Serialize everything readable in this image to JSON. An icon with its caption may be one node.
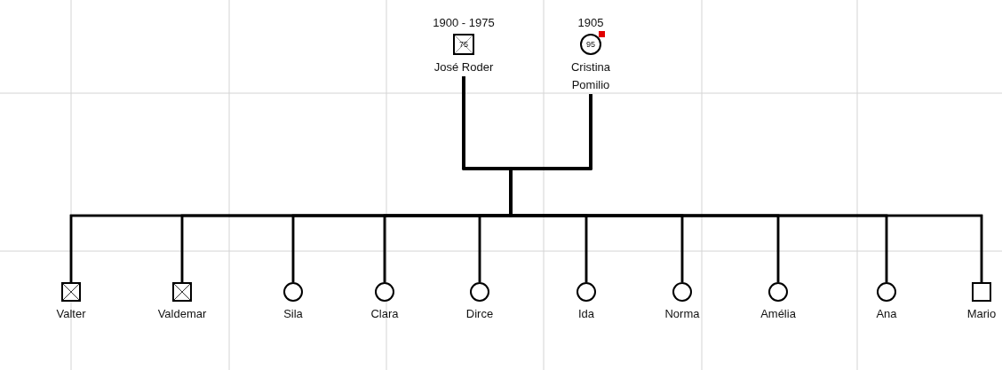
{
  "diagram": {
    "nodes": [
      {
        "text": [
          "75",
          "José Roder"
        ],
        "beside": [
          "1900 - 1975"
        ]
      },
      {
        "text": [
          "95",
          "Cristina Pomilio"
        ],
        "beside": [
          "1905"
        ]
      },
      {
        "text": [
          "Valter"
        ]
      },
      {
        "text": [
          "Valdemar"
        ]
      },
      {
        "text": [
          "Sila"
        ]
      },
      {
        "text": [
          "Clara"
        ]
      },
      {
        "text": [
          "Dirce"
        ]
      },
      {
        "text": [
          "Ida"
        ]
      },
      {
        "text": [
          "Norma"
        ]
      },
      {
        "text": [
          "Amélia"
        ]
      },
      {
        "text": [
          "Ana"
        ]
      },
      {
        "text": [
          "Mario"
        ]
      }
    ],
    "edges": [
      {
        "from": 0,
        "to": 1,
        "arrow": "none"
      },
      {
        "from": 0,
        "to": 2,
        "arrow": "none"
      },
      {
        "from": 1,
        "to": 2,
        "arrow": "none"
      },
      {
        "from": 0,
        "to": 3,
        "arrow": "none"
      },
      {
        "from": 1,
        "to": 3,
        "arrow": "none"
      },
      {
        "from": 0,
        "to": 4,
        "arrow": "none"
      },
      {
        "from": 1,
        "to": 4,
        "arrow": "none"
      },
      {
        "from": 0,
        "to": 5,
        "arrow": "none"
      },
      {
        "from": 1,
        "to": 5,
        "arrow": "none"
      },
      {
        "from": 0,
        "to": 6,
        "arrow": "none"
      },
      {
        "from": 1,
        "to": 6,
        "arrow": "none"
      },
      {
        "from": 0,
        "to": 7,
        "arrow": "none"
      },
      {
        "from": 1,
        "to": 7,
        "arrow": "none"
      },
      {
        "from": 0,
        "to": 8,
        "arrow": "none"
      },
      {
        "from": 1,
        "to": 8,
        "arrow": "none"
      },
      {
        "from": 0,
        "to": 9,
        "arrow": "none"
      },
      {
        "from": 1,
        "to": 9,
        "arrow": "none"
      },
      {
        "from": 0,
        "to": 10,
        "arrow": "none"
      },
      {
        "from": 1,
        "to": 10,
        "arrow": "none"
      },
      {
        "from": 0,
        "to": 11,
        "arrow": "none"
      },
      {
        "from": 1,
        "to": 11,
        "arrow": "none"
      }
    ]
  }
}
